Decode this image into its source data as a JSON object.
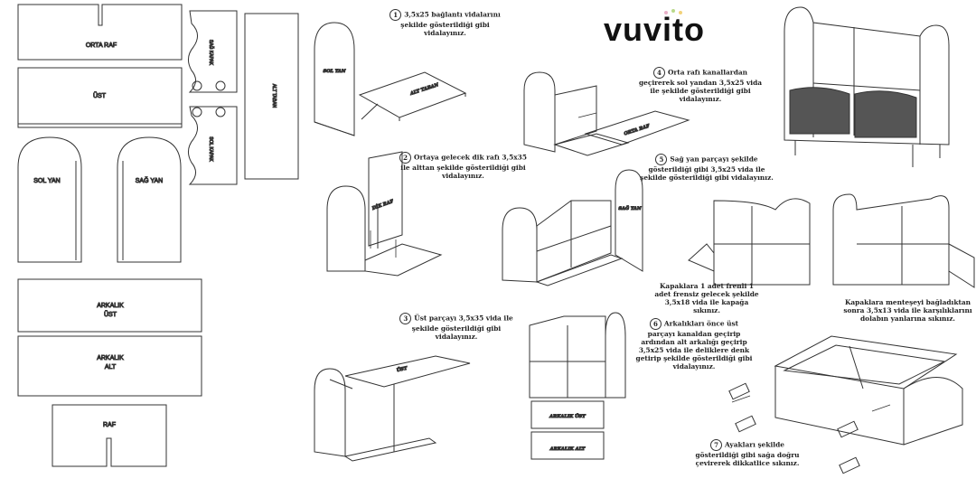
{
  "brand": {
    "logo_text": "vuvito",
    "dot_colors": [
      "#e8b0c8",
      "#b9d98a",
      "#f2d27a"
    ]
  },
  "parts": {
    "orta_raf": "ORTA RAF",
    "ust": "ÜST",
    "sag_kapak_1": "SAĞ KAPAK",
    "sag_kapak_2": "SOL KAPAK",
    "alt_taban": "ALT TABAN",
    "sol_yan": "SOL YAN",
    "sag_yan": "SAĞ YAN",
    "arkalik_ust_1": "ARKALIK",
    "arkalik_ust_2": "ÜST",
    "arkalik_alt_1": "ARKALIK",
    "arkalik_alt_2": "ALT",
    "raf": "RAF"
  },
  "diagram_labels": {
    "sol_yan": "SOL YAN",
    "alt_taban": "ALT TABAN",
    "dik_raf": "DİK RAF",
    "orta_raf": "ORTA RAF",
    "sag_yan": "SAĞ YAN",
    "ust": "ÜST",
    "arkalik_ust": "ARKALIK ÜST",
    "arkalik_alt": "ARKALIK ALT"
  },
  "steps": [
    {
      "num": "1",
      "text": "3,5x25 bağlantı vidalarını şekilde gösterildiği gibi vidalayınız."
    },
    {
      "num": "2",
      "text": "Ortaya gelecek dik rafı 3,5x35 ile alttan şekilde gösterildiği gibi vidalayınız."
    },
    {
      "num": "3",
      "text": "Üst parçayı 3,5x35 vida ile şekilde gösterildiği gibi vidalayınız."
    },
    {
      "num": "4",
      "text": "Orta rafı kanallardan geçirerek sol yandan 3,5x25 vida ile şekilde gösterildiği gibi vidalayınız."
    },
    {
      "num": "5",
      "text": "Sağ yan parçayı şekilde gösterildiği gibi 3,5x25 vida ile şekilde gösterildiği gibi vidalayınız."
    },
    {
      "num": "6",
      "text": "Arkalıkları önce üst parçayı kanaldan geçirip ardından alt arkalığı geçirip 3,5x25 vida ile deliklere denk getirip şekilde gösterildiği gibi vidalayınız."
    },
    {
      "num": "7",
      "text": "Ayakları şekilde gösterildiği gibi sağa doğru çevirerek dikkatlice sıkınız."
    }
  ],
  "notes": {
    "kapak": "Kapaklara 1 adet frenli 1 adet frensiz gelecek şekilde 3,5x18 vida ile kapağa sıkınız.",
    "mentese": "Kapaklara menteşeyi bağladıktan sonra 3,5x13 vida ile karşılıklarını dolabın yanlarına sıkınız."
  }
}
